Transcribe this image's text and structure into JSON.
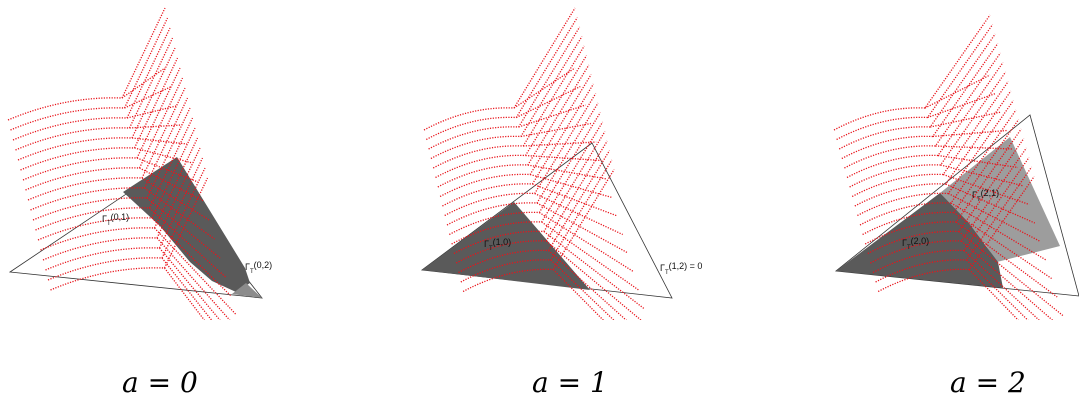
{
  "panels": [
    {
      "caption": "a = 0",
      "labels": [
        {
          "main": "Γ",
          "sub": "T",
          "arg": "(0,1)"
        },
        {
          "main": "Γ",
          "sub": "T",
          "arg": "(0,2)"
        }
      ]
    },
    {
      "caption": "a = 1",
      "labels": [
        {
          "main": "Γ",
          "sub": "T",
          "arg": "(1,0)"
        },
        {
          "main": "Γ",
          "sub": "T",
          "arg": "(1,2) = 0"
        }
      ]
    },
    {
      "caption": "a = 2",
      "labels": [
        {
          "main": "Γ",
          "sub": "T",
          "arg": "(2,0)"
        },
        {
          "main": "Γ",
          "sub": "T",
          "arg": "(2,1)"
        }
      ]
    }
  ],
  "colors": {
    "curves": "#e8141b",
    "region_dark": "#5a5a5a",
    "region_light": "#8c8c8c",
    "outline": "#333333"
  }
}
